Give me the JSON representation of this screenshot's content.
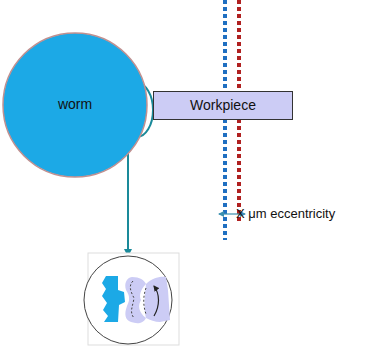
{
  "diagram": {
    "nodes": [
      {
        "text": [
          "worm"
        ]
      },
      {
        "text": [
          "Workpiece"
        ]
      }
    ],
    "labels": [
      "X μm eccentricity"
    ]
  }
}
